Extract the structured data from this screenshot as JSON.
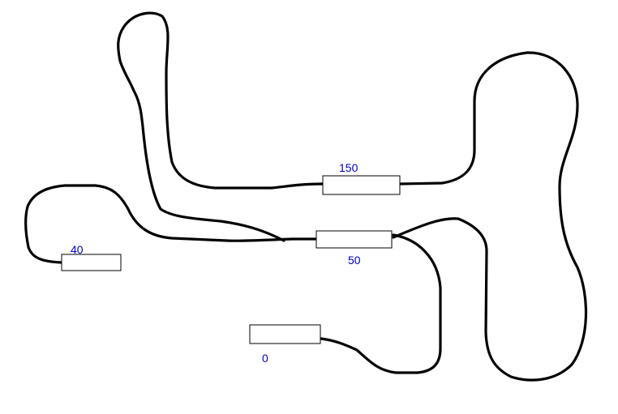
{
  "diagram": {
    "label_color": "#0000cc",
    "line_color": "#000000",
    "markers": [
      {
        "id": "marker-0",
        "label": "0"
      },
      {
        "id": "marker-40",
        "label": "40"
      },
      {
        "id": "marker-50",
        "label": "50"
      },
      {
        "id": "marker-150",
        "label": "150"
      }
    ]
  }
}
